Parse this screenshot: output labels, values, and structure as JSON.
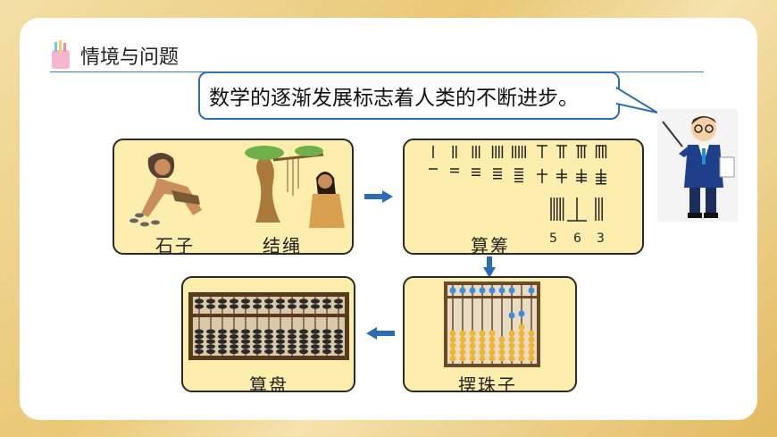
{
  "slide": {
    "title": "情境与问题",
    "bubble_text": "数学的逐渐发展标志着人类的不断进步。"
  },
  "cards": {
    "stones_label": "石子",
    "rope_label": "结绳",
    "rods_label": "算筹",
    "rods_digits": [
      "5",
      "6",
      "3"
    ],
    "beads_label": "摆珠子",
    "abacus_label": "算盘"
  },
  "colors": {
    "accent_blue": "#2e6fb0",
    "card_fill": "#fdeeae",
    "arrow_blue": "#2a6db5"
  }
}
